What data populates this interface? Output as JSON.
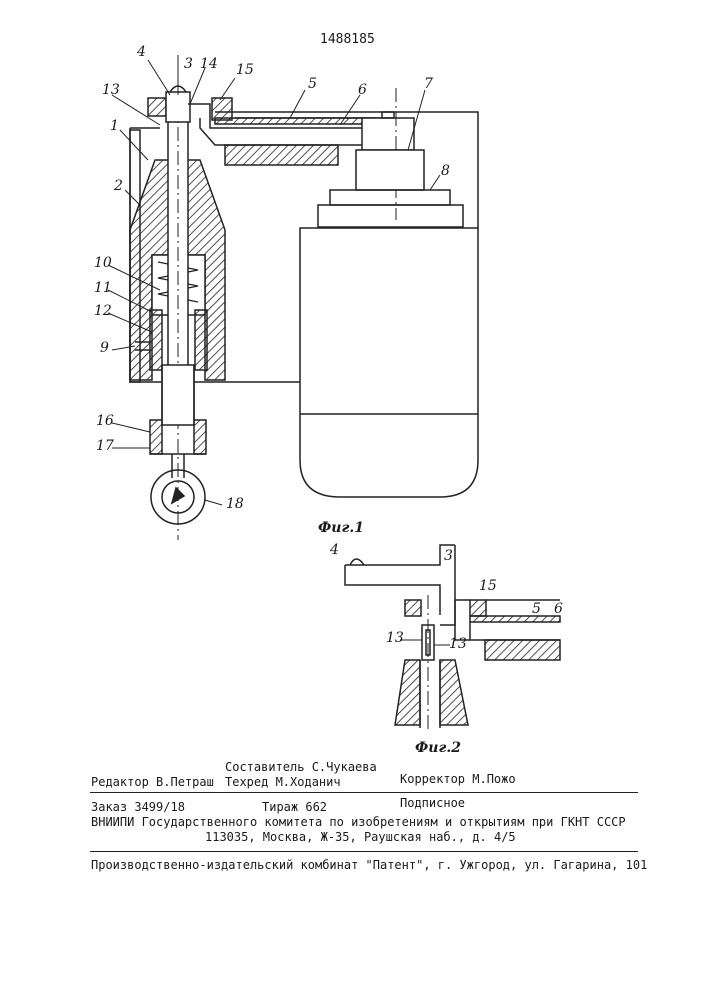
{
  "patent_number": "1488185",
  "figure_1": {
    "caption": "Фиг.1",
    "labels": {
      "l1": "1",
      "l2": "2",
      "l3": "3",
      "l4": "4",
      "l5": "5",
      "l6": "6",
      "l7": "7",
      "l8": "8",
      "l9": "9",
      "l10": "10",
      "l11": "11",
      "l12": "12",
      "l13": "13",
      "l14": "14",
      "l15": "15",
      "l16": "16",
      "l17": "17",
      "l18": "18"
    }
  },
  "figure_2": {
    "caption": "Фиг.2",
    "labels": {
      "l3": "3",
      "l4": "4",
      "l5": "5",
      "l6": "6",
      "l13a": "13",
      "l13b": "13",
      "l15": "15"
    }
  },
  "colophon": {
    "compiler": "Составитель С.Чукаева",
    "editor": "Редактор В.Петраш",
    "techred": "Техред М.Ходанич",
    "corrector": "Корректор М.Пожо",
    "order": "Заказ 3499/18",
    "circulation": "Тираж 662",
    "subscription": "Подписное",
    "institute": "ВНИИПИ Государственного комитета по изобретениям и открытиям при ГКНТ СССР",
    "address": "113035, Москва, Ж-35, Раушская наб., д. 4/5",
    "publisher": "Производственно-издательский комбинат \"Патент\", г. Ужгород, ул. Гагарина, 101"
  }
}
